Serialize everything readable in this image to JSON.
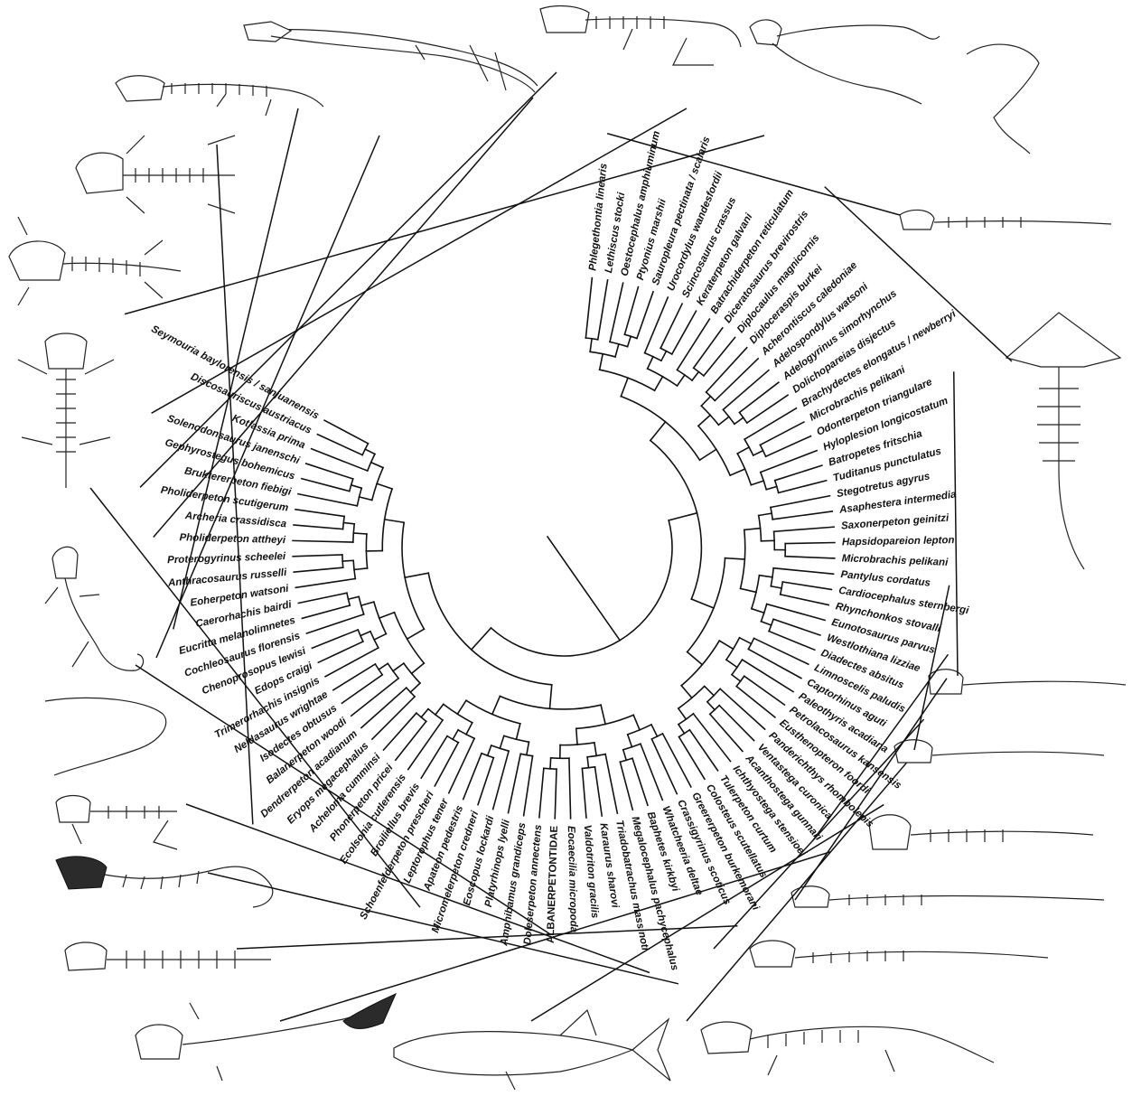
{
  "colors": {
    "background": "#ffffff",
    "ink": "#111111"
  },
  "taxa": [
    "Seymouria baylorensis / sanjuanensis",
    "Discosauriscus austriacus",
    "Kotlassia prima",
    "Solenodonsaurus janenschi",
    "Gephyrostegus bohemicus",
    "Bruktererpeton fiebigi",
    "Pholiderpeton scutigerum",
    "Archeria crassidisca",
    "Pholiderpeton attheyi",
    "Proterogyrinus scheelei",
    "Anthracosaurus russelli",
    "Eoherpeton watsoni",
    "Caerorhachis bairdi",
    "Eucritta melanolimnetes",
    "Cochleosaurus florensis",
    "Chenoprosopus lewisi",
    "Edops craigi",
    "Trimerorhachis insignis",
    "Neldasaurus wrightae",
    "Isodectes obtusus",
    "Balanerpeton woodi",
    "Dendrerpeton acadianum",
    "Eryops megacephalus",
    "Acheloma cumminsi",
    "Phonerpeton pricei",
    "Ecolsonia cutlerensis",
    "Broiliellus brevis",
    "Schoenfelderpeton prescheri",
    "Leptorophus tener",
    "Apateon pedestris",
    "Micromelerpeton credneri",
    "Eoscopus lockardi",
    "Platyrhinops lyelli",
    "Amphibamus grandiceps",
    "Doleserpeton annectens",
    "ALBANERPETONTIDAE",
    "Eocaecilia micropoda",
    "Valdotriton gracilis",
    "Karaurus sharovi",
    "Triadobatrachus massinoti",
    "Megalocephalus pachycephalus",
    "Baphetes kirkbyi",
    "Whatcheeria deltae",
    "Crassigyrinus scoticus",
    "Greererpeton burkemorani",
    "Colosteus scutellatus",
    "Tulerpeton curtum",
    "Ichthyostega stensioei",
    "Acanthostega gunnari",
    "Ventastega curonica",
    "Panderichthys rhombolepis",
    "Eusthenopteron foordi",
    "Petrolacosaurus kansensis",
    "Paleothyris acadiana",
    "Captorhinus aguti",
    "Limnoscelis paludis",
    "Diadectes absitus",
    "Westlothiana lizziae",
    "Eunotosaurus parvus",
    "Rhynchonkos stovalli",
    "Cardiocephalus sternbergi",
    "Pantylus cordatus",
    "Microbrachis pelikani",
    "Hapsidopareion lepton",
    "Saxonerpeton geinitzi",
    "Asaphestera intermedia",
    "Stegotretus agyrus",
    "Tuditanus punctulatus",
    "Batropetes fritschia",
    "Hyloplesion longicostatum",
    "Odonterpeton triangulare",
    "Microbrachis pelikani",
    "Brachydectes elongatus / newberryi",
    "Dolichopareias disjectus",
    "Adelogyrinus simorhynchus",
    "Adelospondylus watsoni",
    "Acherontiscus caledoniae",
    "Diploceraspis burkei",
    "Diplocaulus magnicornis",
    "Diceratosaurus brevirostris",
    "Batrachiderpeton reticulatum",
    "Keraterpeton galvani",
    "Scincosaurus crassus",
    "Urocordylus wandesfordii",
    "Sauropleura pectinata / scalaris",
    "Ptyonius marshii",
    "Oestocephalus amphiuminum",
    "Lethiscus stocki",
    "Phlegethontia linearis"
  ]
}
